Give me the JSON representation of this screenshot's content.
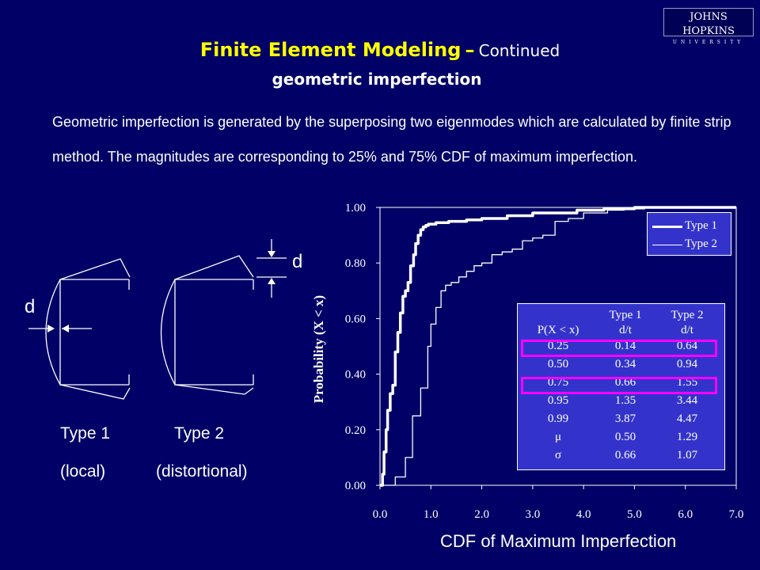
{
  "logo": {
    "line1": "JOHNS HOPKINS",
    "line2": "UNIVERSITY"
  },
  "title": {
    "main": "Finite Element Modeling",
    "dash": "–",
    "continued": "Continued"
  },
  "subtitle": "geometric imperfection",
  "description": "Geometric imperfection is generated by the superposing two eigenmodes which are calculated by finite strip method. The magnitudes are corresponding to 25% and 75% CDF of maximum imperfection.",
  "diagram": {
    "d_left": "d",
    "d_right": "d",
    "type1_name": "Type 1",
    "type1_desc": "(local)",
    "type2_name": "Type 2",
    "type2_desc": "(distortional)"
  },
  "colors": {
    "background": "#000066",
    "title": "#ffff00",
    "table_bg": "#3333cc",
    "highlight": "#ff00ff"
  },
  "chart_data": {
    "type": "line",
    "xlabel": "CDF of Maximum Imperfection",
    "ylabel": "Probability (X < x)",
    "xlim": [
      0,
      7
    ],
    "ylim": [
      0,
      1
    ],
    "x_ticks": [
      "0.0",
      "1.0",
      "2.0",
      "3.0",
      "4.0",
      "5.0",
      "6.0",
      "7.0"
    ],
    "y_ticks": [
      "0.00",
      "0.20",
      "0.40",
      "0.60",
      "0.80",
      "1.00"
    ],
    "legend": {
      "position": "top-right",
      "entries": [
        "Type 1",
        "Type 2"
      ]
    },
    "series": [
      {
        "name": "Type 1",
        "x": [
          0.0,
          0.05,
          0.08,
          0.12,
          0.15,
          0.2,
          0.25,
          0.3,
          0.35,
          0.4,
          0.45,
          0.5,
          0.55,
          0.6,
          0.66,
          0.7,
          0.75,
          0.8,
          0.85,
          0.9,
          0.95,
          1.1,
          1.35,
          1.7,
          2.0,
          2.5,
          3.0,
          3.87,
          4.4,
          5.0,
          6.0,
          7.0
        ],
        "y": [
          0.0,
          0.04,
          0.12,
          0.2,
          0.27,
          0.33,
          0.36,
          0.48,
          0.55,
          0.62,
          0.68,
          0.7,
          0.73,
          0.79,
          0.83,
          0.87,
          0.9,
          0.92,
          0.93,
          0.935,
          0.94,
          0.945,
          0.95,
          0.955,
          0.96,
          0.97,
          0.98,
          0.99,
          0.995,
          1.0,
          1.0,
          1.0
        ]
      },
      {
        "name": "Type 2",
        "x": [
          0.0,
          0.3,
          0.5,
          0.64,
          0.8,
          0.94,
          1.0,
          1.1,
          1.2,
          1.29,
          1.4,
          1.55,
          1.7,
          1.85,
          2.0,
          2.2,
          2.4,
          2.6,
          2.8,
          3.0,
          3.2,
          3.44,
          3.7,
          4.0,
          4.47,
          4.8,
          5.2,
          5.7,
          6.2,
          7.0
        ],
        "y": [
          0.0,
          0.03,
          0.1,
          0.25,
          0.35,
          0.5,
          0.58,
          0.64,
          0.7,
          0.72,
          0.73,
          0.75,
          0.77,
          0.79,
          0.8,
          0.83,
          0.84,
          0.85,
          0.88,
          0.89,
          0.9,
          0.95,
          0.96,
          0.98,
          0.99,
          0.995,
          1.0,
          1.0,
          1.0,
          1.0
        ]
      }
    ],
    "table": {
      "headers_row1": [
        "",
        "Type 1",
        "Type 2"
      ],
      "headers_row2": [
        "P(X < x)",
        "d/t",
        "d/t"
      ],
      "rows": [
        [
          "0.25",
          "0.14",
          "0.64"
        ],
        [
          "0.50",
          "0.34",
          "0.94"
        ],
        [
          "0.75",
          "0.66",
          "1.55"
        ],
        [
          "0.95",
          "1.35",
          "3.44"
        ],
        [
          "0.99",
          "3.87",
          "4.47"
        ],
        [
          "μ",
          "0.50",
          "1.29"
        ],
        [
          "σ",
          "0.66",
          "1.07"
        ]
      ],
      "highlighted_rows": [
        0,
        2
      ]
    }
  }
}
